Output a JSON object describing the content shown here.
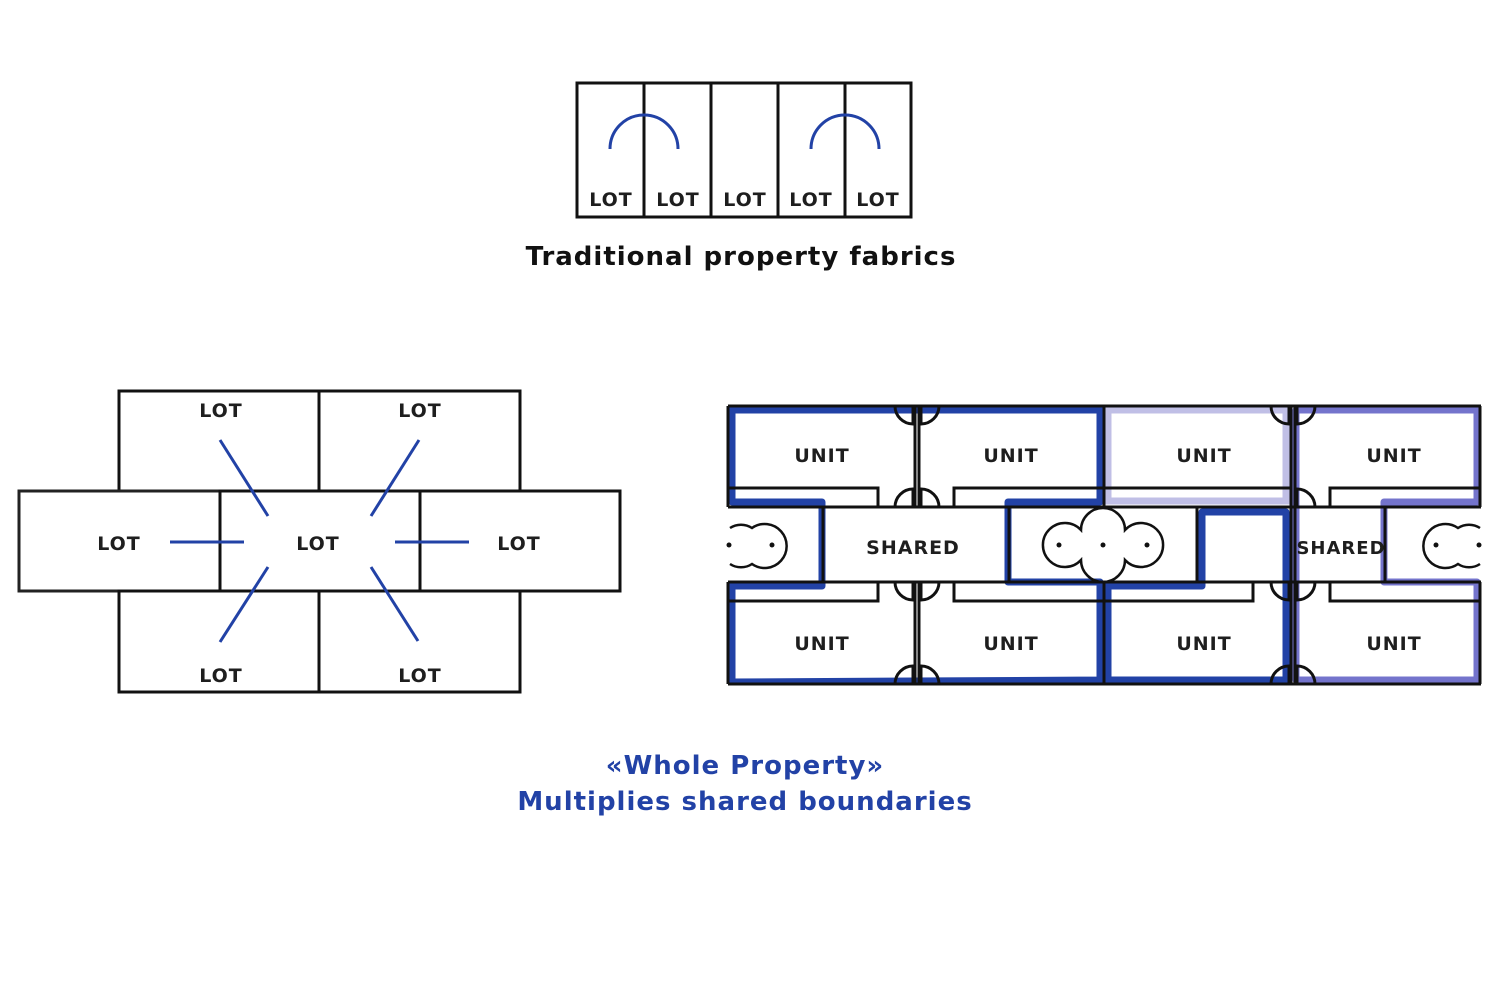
{
  "colors": {
    "ink": "#111111",
    "accent": "#2242a6",
    "violet": "#7474cc",
    "lavender": "#c0bfe6"
  },
  "traditional": {
    "caption": "Traditional property fabrics",
    "lots": [
      "LOT",
      "LOT",
      "LOT",
      "LOT",
      "LOT"
    ],
    "shared_wall_markers": 2
  },
  "cluster": {
    "lots": {
      "top_left": "LOT",
      "top_right": "LOT",
      "middle_left": "LOT",
      "center": "LOT",
      "middle_right": "LOT",
      "bottom_left": "LOT",
      "bottom_right": "LOT"
    },
    "connector_count": 6
  },
  "whole_property": {
    "units_top": [
      "UNIT",
      "UNIT",
      "UNIT",
      "UNIT"
    ],
    "units_bottom": [
      "UNIT",
      "UNIT",
      "UNIT",
      "UNIT"
    ],
    "shared": [
      "SHARED",
      "SHARED"
    ],
    "stair_symbols": [
      "two-circle",
      "three-circle",
      "two-circle"
    ]
  },
  "caption": {
    "line1": "«Whole Property»",
    "line2": "Multiplies shared boundaries"
  }
}
